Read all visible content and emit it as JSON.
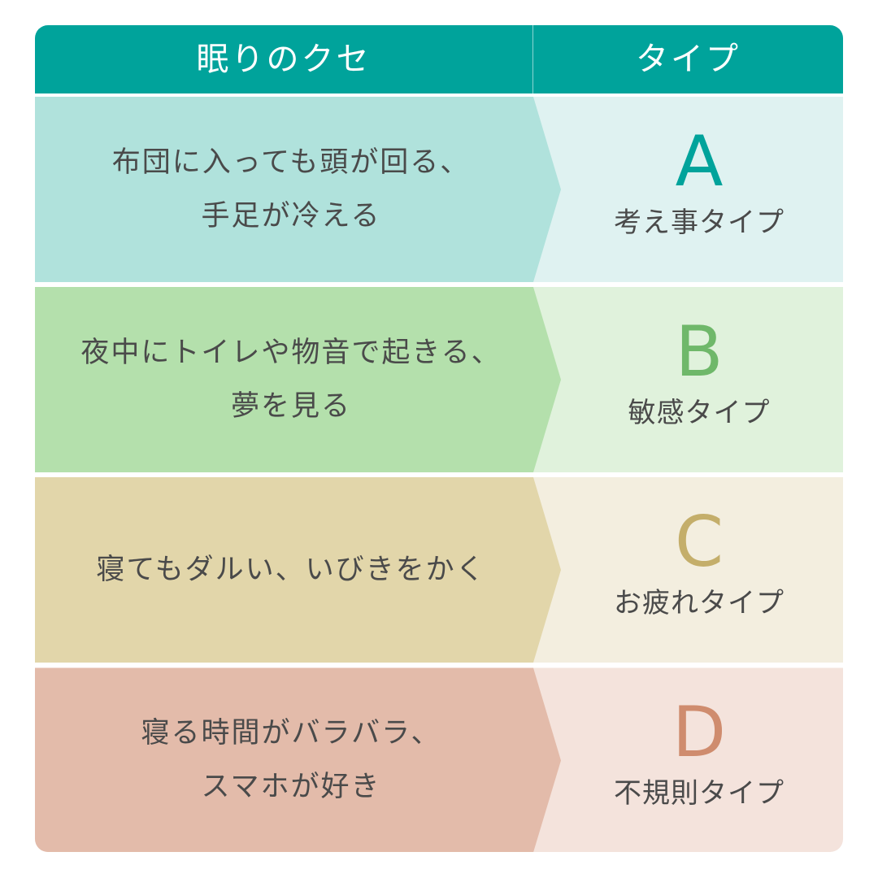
{
  "header": {
    "habit_label": "眠りのクセ",
    "type_label": "タイプ"
  },
  "rows": [
    {
      "habit_lines": [
        "布団に入っても頭が回る、",
        "手足が冷える"
      ],
      "letter": "A",
      "type_name": "考え事タイプ",
      "colors": {
        "left": "#b0e2dc",
        "right": "#dff2f1",
        "letter": "#00a39b"
      }
    },
    {
      "habit_lines": [
        "夜中にトイレや物音で起きる、",
        "夢を見る"
      ],
      "letter": "B",
      "type_name": "敏感タイプ",
      "colors": {
        "left": "#b4e0ac",
        "right": "#e0f2dc",
        "letter": "#6fb86a"
      }
    },
    {
      "habit_lines": [
        "寝てもダルい、いびきをかく"
      ],
      "letter": "C",
      "type_name": "お疲れタイプ",
      "colors": {
        "left": "#e2d6aa",
        "right": "#f3eedf",
        "letter": "#c4ae6a"
      }
    },
    {
      "habit_lines": [
        "寝る時間がバラバラ、",
        "スマホが好き"
      ],
      "letter": "D",
      "type_name": "不規則タイプ",
      "colors": {
        "left": "#e3bbaa",
        "right": "#f4e3dc",
        "letter": "#cf8c6e"
      }
    }
  ]
}
